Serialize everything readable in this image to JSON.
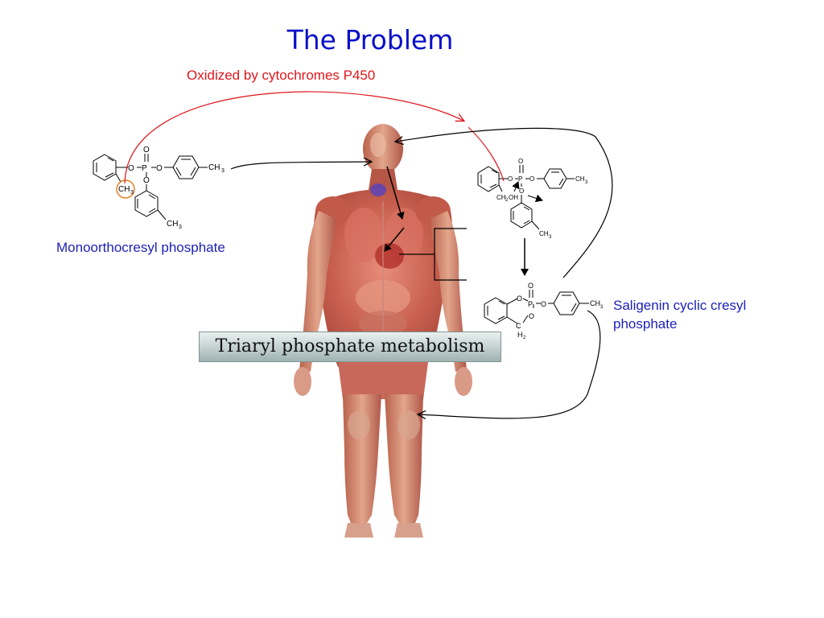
{
  "slide": {
    "title": "The Problem",
    "oxidation_label": "Oxidized by cytochromes P450",
    "left_compound_label": "Monoorthocresyl phosphate",
    "right_compound_label_line1": "Saligenin cyclic cresyl",
    "right_compound_label_line2": "phosphate",
    "caption": "Triaryl phosphate metabolism"
  },
  "structures": {
    "phosphorus": "P",
    "oxygen": "O",
    "methyl": "CH",
    "subscript_3": "3",
    "hydroxymethyl": "CH",
    "subscript_2": "2",
    "hydroxyl": "OH",
    "carbon": "C",
    "hydrogen": "H"
  },
  "colors": {
    "title": "#0a10c8",
    "oxidation": "#e0161c",
    "label_blue": "#1b1fb8",
    "highlight_circle": "#e07a1a"
  },
  "figure": {
    "human_body": "anatomy-figure"
  }
}
